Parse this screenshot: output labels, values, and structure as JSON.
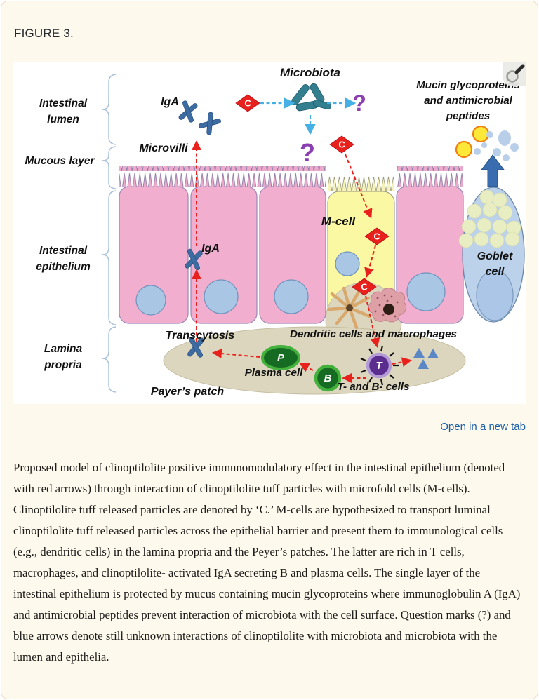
{
  "page": {
    "figure_label": "FIGURE 3.",
    "open_link": "Open in a new tab",
    "caption": "Proposed model of clinoptilolite positive immunomodulatory effect in the intestinal epithelium (denoted with red arrows) through interaction of clinoptilolite tuff particles with microfold cells (M-cells). Clinoptilolite tuff released particles are denoted by ‘C.’ M-cells are hypothesized to transport luminal clinoptilolite tuff released particles across the epithelial barrier and present them to immunological cells (e.g., dendritic cells) in the lamina propria and the Peyer’s patches. The latter are rich in T cells, macrophages, and clinoptilolite- activated IgA secreting B and plasma cells. The single layer of the intestinal epithelium is protected by mucus containing mucin glycoproteins where immunoglobulin A (IgA) and antimicrobial peptides prevent interaction of microbiota with the cell surface. Question marks (?) and blue arrows denote still unknown interactions of clinoptilolite with microbiota and microbiota with the lumen and epithelia."
  },
  "icons": {
    "zoom_button": "magnifier"
  },
  "diagram": {
    "regions": {
      "intestinal_lumen": [
        "Intestinal",
        "lumen"
      ],
      "mucous_layer": "Mucous layer",
      "intestinal_epithelium": [
        "Intestinal",
        "epithelium"
      ],
      "lamina_propria": [
        "Lamina",
        "propria"
      ]
    },
    "labels": {
      "microbiota": "Microbiota",
      "mucin": [
        "Mucin glycoproteins",
        "and antimicrobial",
        "peptides"
      ],
      "iga": "IgA",
      "microvilli": "Microvilli",
      "m_cell": "M-cell",
      "goblet": [
        "Goblet",
        "cell"
      ],
      "transcytosis": "Transcytosis",
      "dendritic": "Dendritic cells and macrophages",
      "plasma": "Plasma cell",
      "t_b": "T- and B- cells",
      "payers": "Payer’s patch",
      "q": "?"
    },
    "markers": {
      "c": "C",
      "t": "T",
      "b": "B",
      "p": "P"
    },
    "colors": {
      "card_bg": "#FDF9EC",
      "card_border": "#F4D7C5",
      "link": "#1B5FA8",
      "red_particle": "#E8211C",
      "cyan_arrow": "#45B0E5",
      "purple_q": "#8C3FB0",
      "bacteria_teal": "#337F8F",
      "cell_pink": "#F1AECE",
      "m_cell_yellow": "#FBF8A3",
      "nucleus_blue": "#A9C7E5",
      "goblet_blue": "#BCD2EA",
      "granule": "#E9EDC2",
      "peyers_tan": "#DCD6BF",
      "lymph_green": "#156B21",
      "lymph_ring": "#44B13C",
      "t_purple": "#5A2D8E",
      "t_ring": "#B49BD8",
      "antibody_blue": "#3D6CA3",
      "blue_arrow": "#3A6DB0",
      "mucin_yellow": "#FFE838"
    }
  }
}
